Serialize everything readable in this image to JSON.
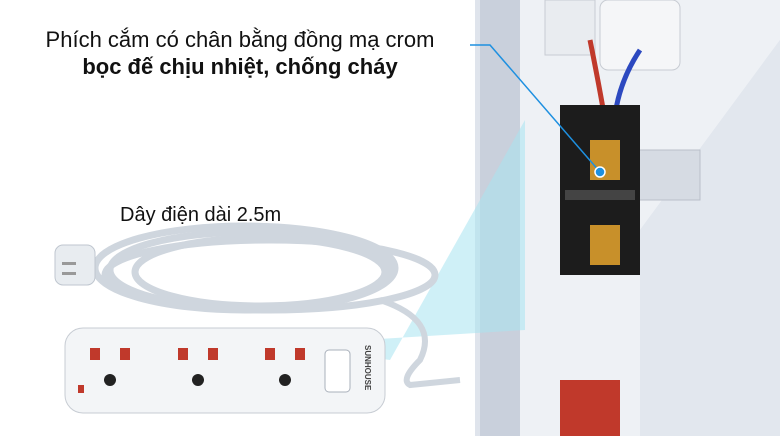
{
  "callouts": {
    "plug_pins_line1": "Phích cắm có chân bằng đồng mạ crom",
    "plug_pins_line2": "bọc đế chịu nhiệt, chống cháy",
    "cable_length": "Dây điện dài 2.5m"
  },
  "product": {
    "brand_logo": "SUNHOUSE"
  },
  "colors": {
    "beam": "#a8e4f0",
    "callout_line": "#1e90e0",
    "socket_red": "#c0392b",
    "housing": "#e6eaf0"
  }
}
